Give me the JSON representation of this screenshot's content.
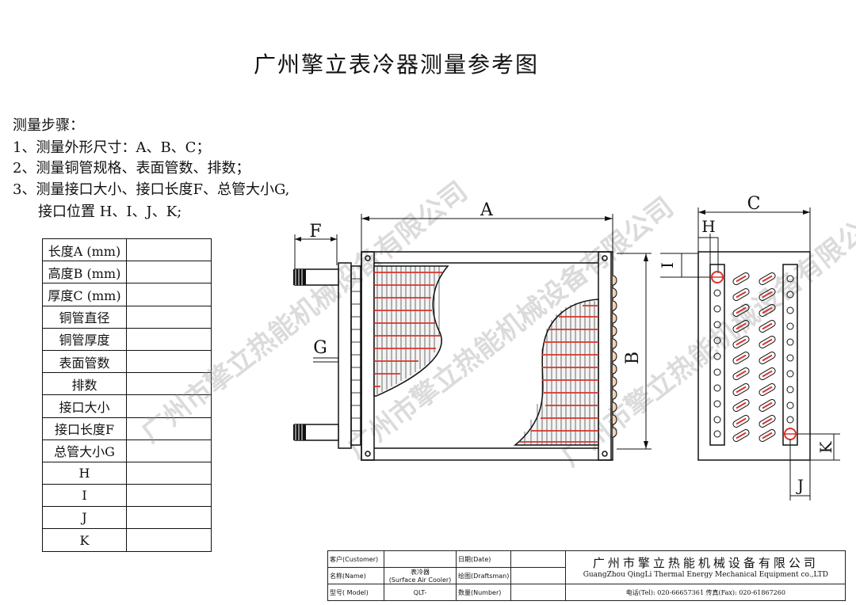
{
  "title": "广州擎立表冷器测量参考图",
  "steps": [
    "测量步骤：",
    "1、测量外形尺寸：A、B、C；",
    "2、测量铜管规格、表面管数、排数；",
    "3、测量接口大小、接口长度F、总管大小G,",
    "接口位置 H、I、J、K;"
  ],
  "table_rows": [
    "长度A (mm)",
    "高度B (mm)",
    "厚度C (mm)",
    "铜管直径",
    "铜管厚度",
    "表面管数",
    "排数",
    "接口大小",
    "接口长度F",
    "总管大小G",
    "H",
    "I",
    "J",
    "K"
  ],
  "dims": {
    "A": "A",
    "B": "B",
    "C": "C",
    "F": "F",
    "G": "G",
    "H": "H",
    "I": "I",
    "J": "J",
    "K": "K"
  },
  "watermark": "广州市擎立热能机械设备有限公司",
  "title_block": {
    "customer": "客户(Customer)",
    "date": "日期(Date)",
    "name": "名称(Name)",
    "name_value_cn": "表冷器",
    "name_value_en": "(Surface Air Cooler)",
    "draftsman": "绘图(Draftsman)",
    "model": "型号( Model)",
    "model_value": "QLT-",
    "number": "数量(Number)",
    "company_cn": "广州市擎立热能机械设备有限公司",
    "company_en": "GuangZhou QingLi Thermal Energy Mechanical Equipment co.,LTD",
    "tel": "电话(Tel): 020-66657361  传真(Fax): 020-61867260"
  },
  "colors": {
    "line": "#111111",
    "tube": "#d9342b"
  }
}
